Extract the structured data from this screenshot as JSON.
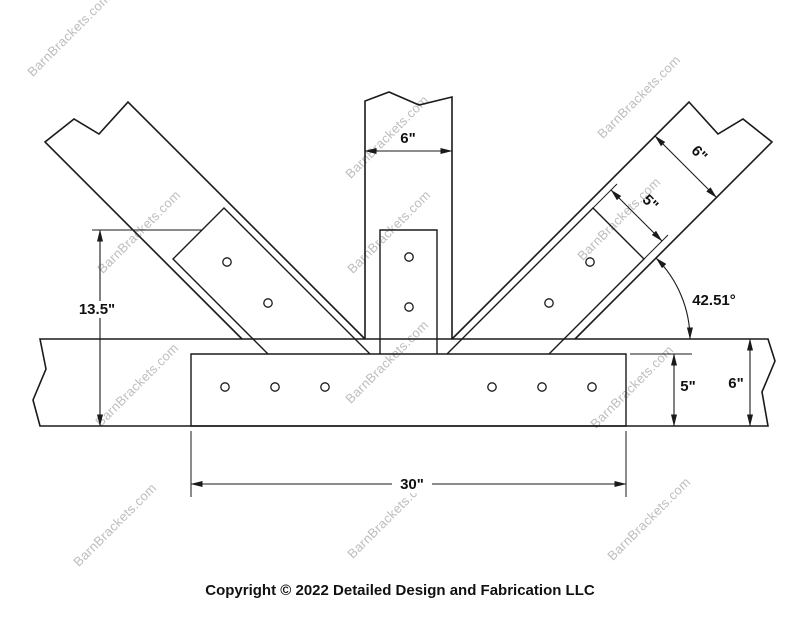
{
  "diagram": {
    "watermark": "BarnBrackets.com",
    "copyright": "Copyright © 2022 Detailed Design and Fabrication LLC",
    "dimensions": {
      "post_width": "6\"",
      "brace_width": "6\"",
      "diagonal_plate_width": "5\"",
      "brace_angle": "42.51°",
      "overall_height": "13.5\"",
      "beam_plate_height": "5\"",
      "beam_height": "6\"",
      "beam_plate_length": "30\""
    },
    "colors": {
      "line": "#1a1a1a",
      "watermark": "#bdbdbd",
      "background": "#ffffff"
    }
  }
}
